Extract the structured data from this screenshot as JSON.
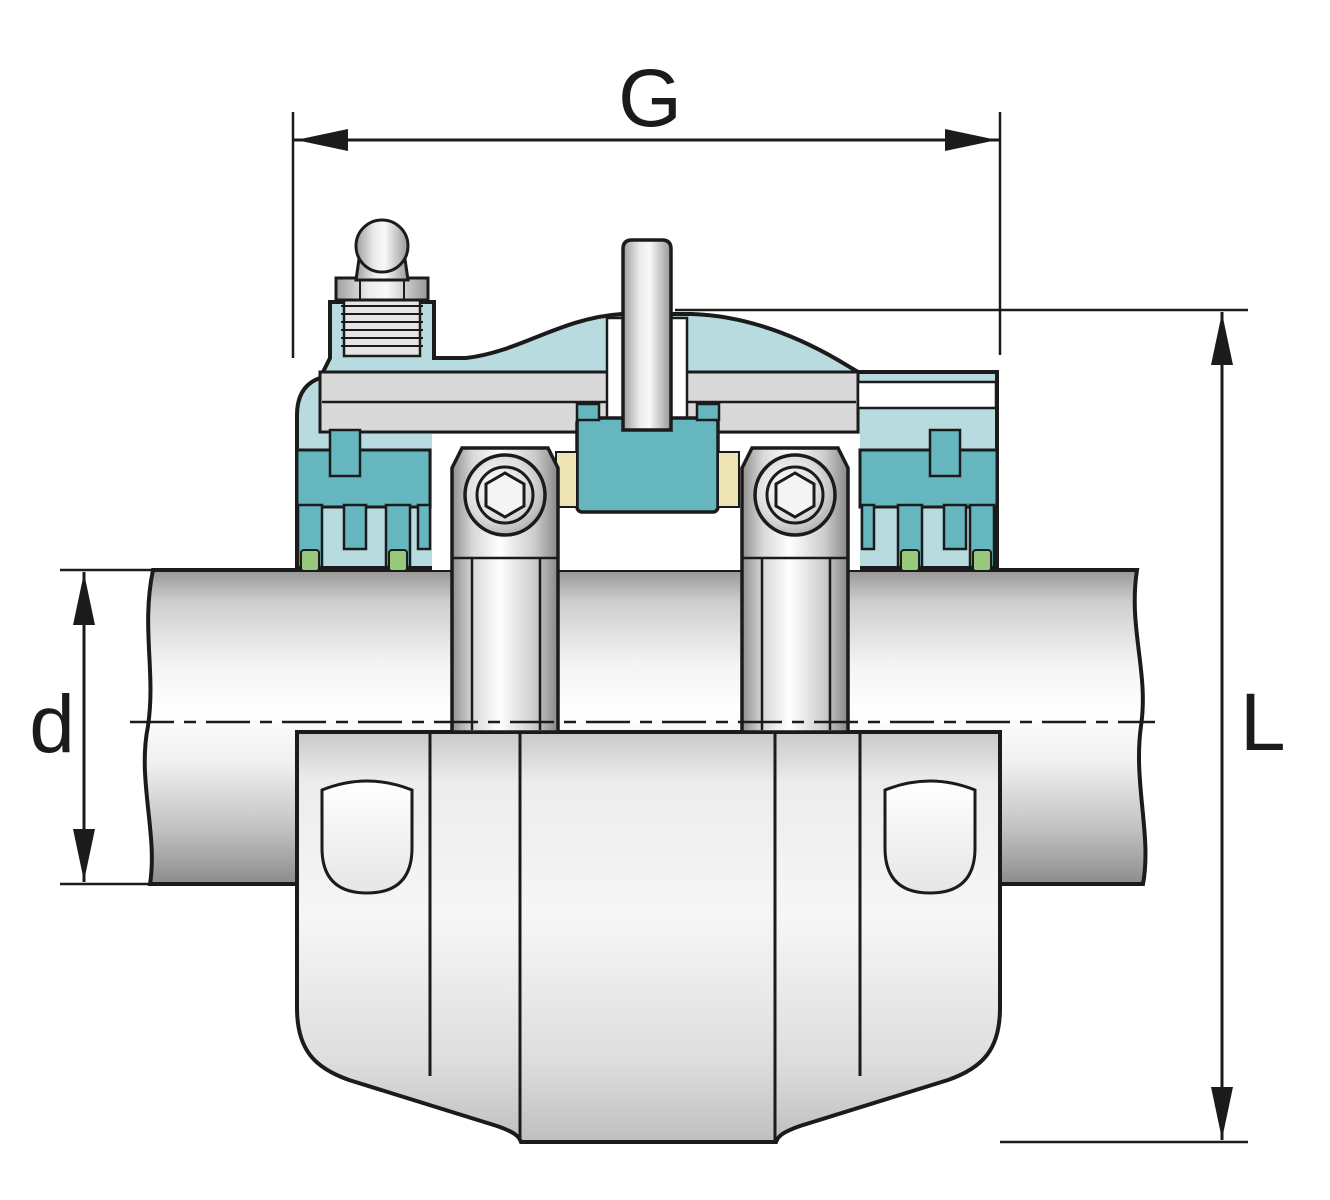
{
  "figure": {
    "labels": {
      "width_dimension": "G",
      "shaft_diameter_dimension": "d",
      "total_height_dimension": "L"
    },
    "colors": {
      "section_teal_light": "#b7dbde",
      "section_teal_medium": "#66b6bf",
      "seal_green": "#96c77b",
      "cage_cream": "#ece4b4",
      "line": "#1b1b1b"
    }
  }
}
